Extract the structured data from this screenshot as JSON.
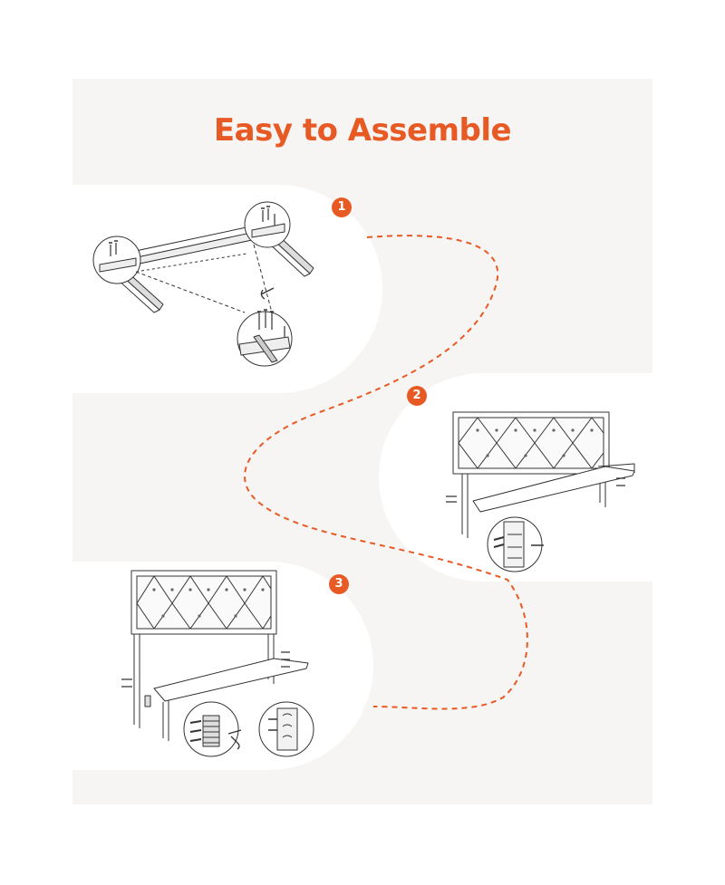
{
  "title": "Easy to Assemble",
  "steps": [
    {
      "number": "1"
    },
    {
      "number": "2"
    },
    {
      "number": "3"
    }
  ],
  "colors": {
    "accent": "#e85a24",
    "panel": "#f6f5f4",
    "line_art": "#333333"
  }
}
